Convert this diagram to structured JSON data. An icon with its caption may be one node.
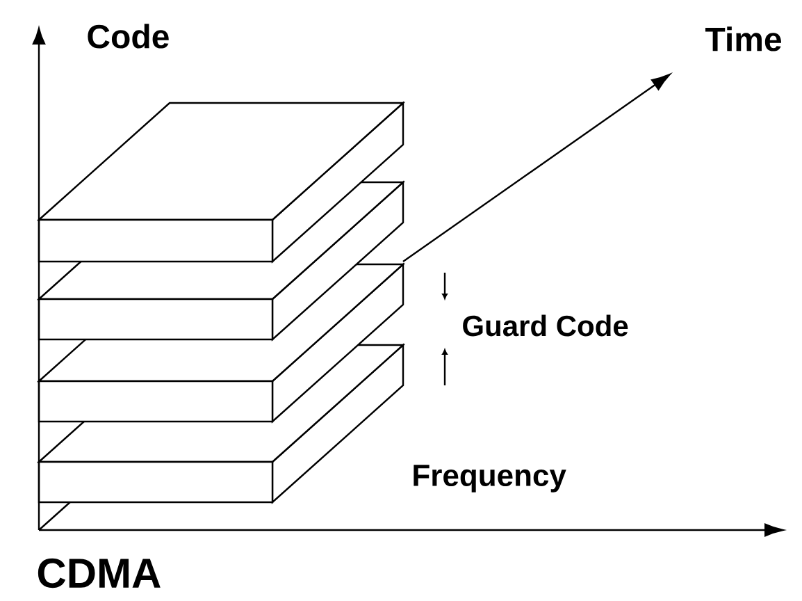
{
  "diagram": {
    "title": "CDMA",
    "labels": [
      "Code",
      "Time",
      "Guard Code",
      "Frequency"
    ]
  }
}
